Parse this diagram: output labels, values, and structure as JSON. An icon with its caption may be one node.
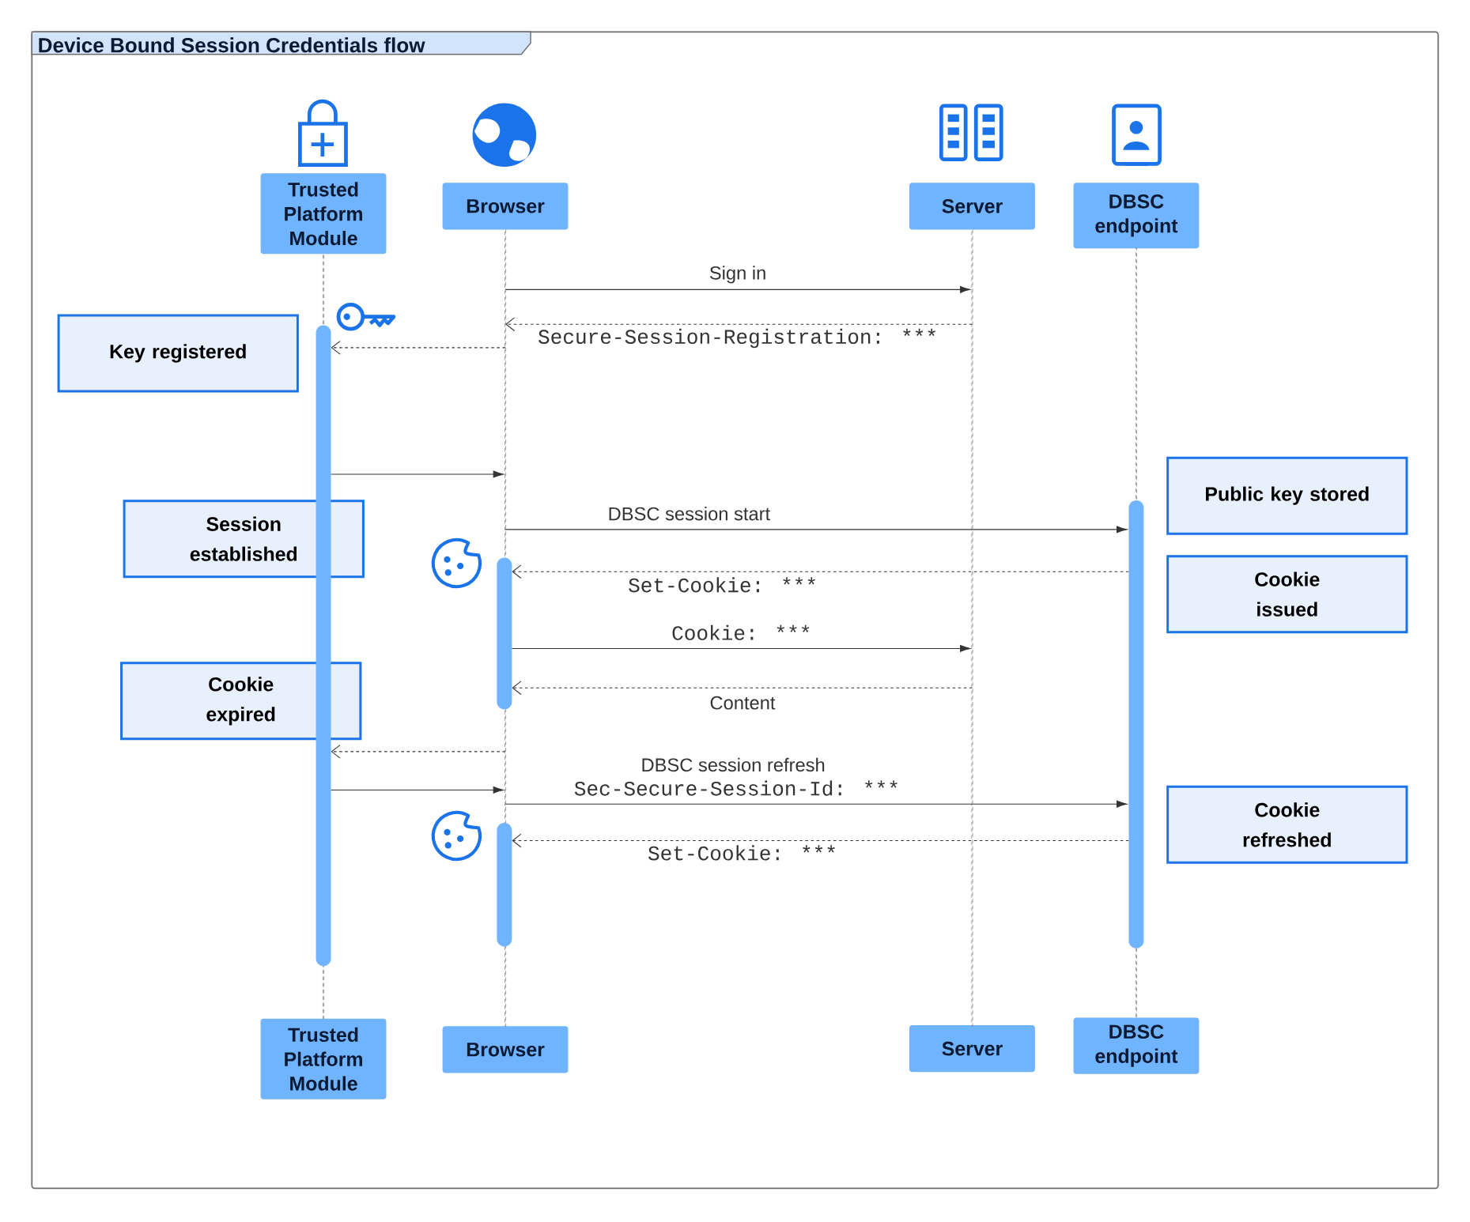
{
  "diagram": {
    "title": "Device Bound Session Credentials flow",
    "nodes": [
      {
        "text": [
          "Trusted Platform Module"
        ]
      },
      {
        "text": [
          "Browser"
        ]
      },
      {
        "text": [
          "Server"
        ]
      },
      {
        "text": [
          "DBSC endpoint"
        ]
      },
      {
        "text": [
          "Trusted Platform Module"
        ]
      },
      {
        "text": [
          "Browser"
        ]
      },
      {
        "text": [
          "Server"
        ]
      },
      {
        "text": [
          "DBSC endpoint"
        ]
      },
      {
        "text": [
          "Key registered"
        ]
      },
      {
        "text": [
          "Session established"
        ]
      },
      {
        "text": [
          "Cookie expired"
        ]
      },
      {
        "text": [
          "Public key stored"
        ]
      },
      {
        "text": [
          "Cookie issued"
        ]
      },
      {
        "text": [
          "Cookie refreshed"
        ]
      },
      {
        "text": [],
        "shape": "line"
      },
      {
        "text": [],
        "shape": "line"
      },
      {
        "text": [],
        "shape": "line"
      },
      {
        "text": [],
        "shape": "line"
      },
      {
        "text": [],
        "shape": "bar"
      },
      {
        "text": [],
        "shape": "bar"
      },
      {
        "text": [],
        "shape": "bar"
      },
      {
        "text": [],
        "shape": "bar"
      }
    ],
    "edges": [
      {
        "from": 15,
        "to": 16,
        "arrow": "to",
        "label": "Sign in"
      },
      {
        "from": 16,
        "to": 15,
        "arrow": "to",
        "style": "dashed",
        "label": "Secure-Session-Registration: ***"
      },
      {
        "from": 15,
        "to": 18,
        "arrow": "to",
        "style": "dashed"
      },
      {
        "from": 18,
        "to": 15,
        "arrow": "to"
      },
      {
        "from": 15,
        "to": 19,
        "arrow": "to",
        "label": "DBSC session start"
      },
      {
        "from": 19,
        "to": 20,
        "arrow": "to",
        "style": "dashed",
        "label": "Set-Cookie: ***"
      },
      {
        "from": 20,
        "to": 16,
        "arrow": "to",
        "label": "Cookie: ***"
      },
      {
        "from": 16,
        "to": 20,
        "arrow": "to",
        "style": "dashed",
        "label": "Content"
      },
      {
        "from": 15,
        "to": 18,
        "arrow": "to",
        "style": "dashed"
      },
      {
        "from": 18,
        "to": 15,
        "arrow": "to"
      },
      {
        "from": 15,
        "to": 19,
        "arrow": "to",
        "label": "DBSC session refresh"
      },
      {
        "from": 19,
        "to": 21,
        "arrow": "to",
        "style": "dashed",
        "label": "Set-Cookie: ***"
      }
    ],
    "labels": [
      "Sec-Secure-Session-Id: ***"
    ]
  }
}
